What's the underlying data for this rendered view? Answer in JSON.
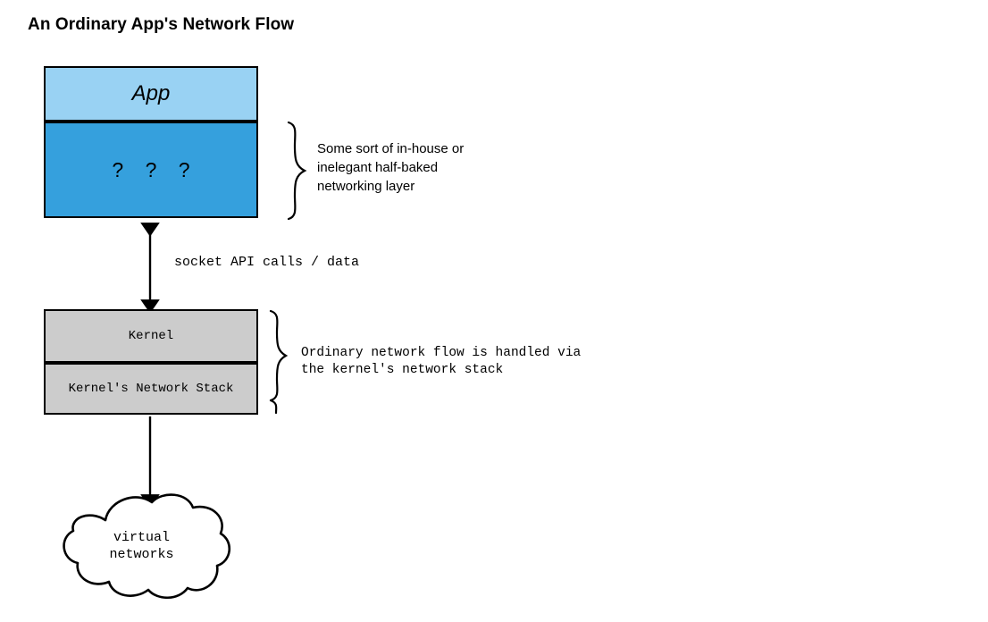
{
  "page": {
    "title": "An Ordinary App's Network Flow",
    "background": "#ffffff"
  },
  "colors": {
    "app_fill": "#99d2f3",
    "unknown_layer_fill": "#35a0dd",
    "kernel_fill": "#cccccc",
    "stroke": "#000000"
  },
  "diagram": {
    "type": "flow-diagram",
    "nodes": [
      {
        "id": "app",
        "label": "App",
        "fill": "#99d2f3",
        "style": "italic"
      },
      {
        "id": "unknown-layer",
        "label": "?  ?  ?",
        "fill": "#35a0dd",
        "style": "normal"
      },
      {
        "id": "kernel",
        "label": "Kernel",
        "fill": "#cccccc",
        "style": "mono"
      },
      {
        "id": "kernel-network-stack",
        "label": "Kernel's Network Stack",
        "fill": "#cccccc",
        "style": "mono"
      },
      {
        "id": "virtual-networks",
        "label": "virtual\nnetworks",
        "fill": "#ffffff",
        "style": "mono"
      }
    ],
    "edges": [
      {
        "id": "app-to-kernel",
        "from": "unknown-layer",
        "to": "kernel",
        "label": "socket API calls / data",
        "direction": "bidirectional"
      },
      {
        "id": "kernel-to-networks",
        "from": "kernel-network-stack",
        "to": "virtual-networks",
        "label": "",
        "direction": "down"
      }
    ],
    "annotations": [
      {
        "id": "app-annotation",
        "target": "unknown-layer",
        "text": "Some sort of in-house or\ninelegant half-baked\nnetworking layer",
        "brace": "right-curly"
      },
      {
        "id": "kernel-annotation",
        "target": "kernel",
        "text": "Ordinary network flow is handled via\nthe kernel's network stack",
        "brace": "right-curly"
      }
    ]
  }
}
